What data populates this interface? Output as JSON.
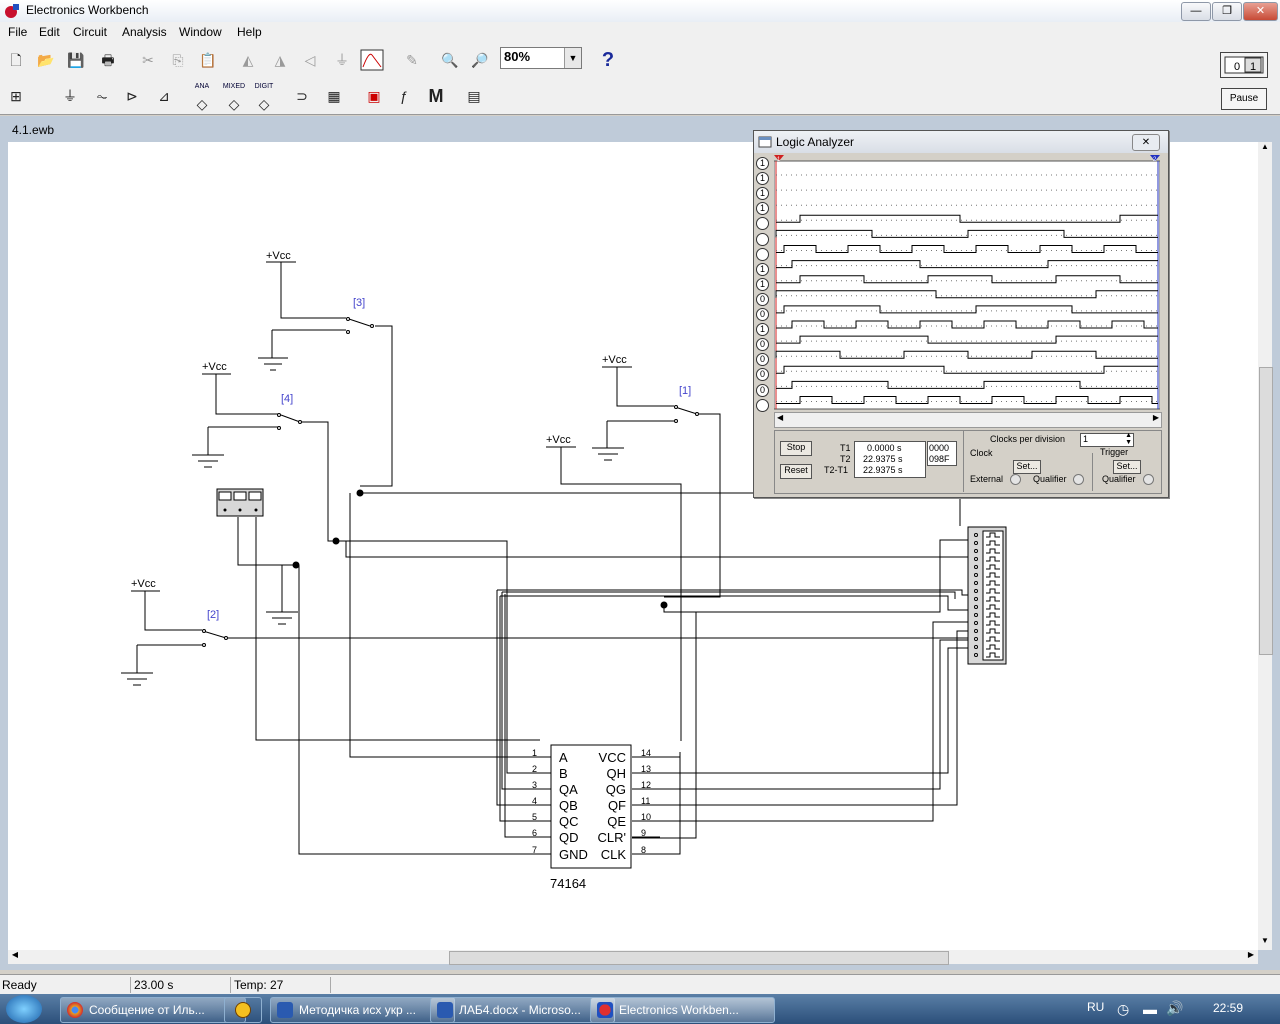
{
  "app": {
    "title": "Electronics Workbench"
  },
  "window_buttons": {
    "minimize": "—",
    "restore": "❐",
    "close": "✕"
  },
  "menu": [
    "File",
    "Edit",
    "Circuit",
    "Analysis",
    "Window",
    "Help"
  ],
  "toolbar": {
    "zoom_value": "80%",
    "help_label": "?",
    "pause_label": "Pause",
    "parts_bin": {
      "analog": "ANA",
      "mixed": "MIXED",
      "digital": "DIGIT",
      "misc": "M"
    }
  },
  "document": {
    "title": "4.1.ewb"
  },
  "circuit": {
    "vcc_label": "+Vcc",
    "switch_labels": [
      "[1]",
      "[2]",
      "[3]",
      "[4]"
    ],
    "chip": {
      "name": "74164",
      "left_pins": [
        {
          "num": "1",
          "label": "A"
        },
        {
          "num": "2",
          "label": "B"
        },
        {
          "num": "3",
          "label": "QA"
        },
        {
          "num": "4",
          "label": "QB"
        },
        {
          "num": "5",
          "label": "QC"
        },
        {
          "num": "6",
          "label": "QD"
        },
        {
          "num": "7",
          "label": "GND"
        }
      ],
      "right_pins": [
        {
          "num": "14",
          "label": "VCC"
        },
        {
          "num": "13",
          "label": "QH"
        },
        {
          "num": "12",
          "label": "QG"
        },
        {
          "num": "11",
          "label": "QF"
        },
        {
          "num": "10",
          "label": "QE"
        },
        {
          "num": "9",
          "label": "CLR'"
        },
        {
          "num": "8",
          "label": "CLK"
        }
      ]
    }
  },
  "logic_analyzer": {
    "title": "Logic Analyzer",
    "close_label": "✕",
    "channel_states": [
      "1",
      "1",
      "1",
      "1",
      "",
      "",
      "",
      "1",
      "1",
      "0",
      "0",
      "1",
      "0",
      "0",
      "0",
      "0",
      ""
    ],
    "cursor_1": "1",
    "cursor_2": "2",
    "stop_label": "Stop",
    "reset_label": "Reset",
    "t1_label": "T1",
    "t2_label": "T2",
    "t2t1_label": "T2-T1",
    "t1_value": "0.0000  s",
    "t2_value": "22.9375  s",
    "t2t1_value": "22.9375  s",
    "hex1": "0000",
    "hex2": "098F",
    "clocks_per_division_label": "Clocks per division",
    "clocks_per_division_value": "1",
    "clock_label": "Clock",
    "trigger_label": "Trigger",
    "set_label": "Set...",
    "external_label": "External",
    "qualifier_label": "Qualifier"
  },
  "statusbar": {
    "state": "Ready",
    "time": "23.00 s",
    "temp": "Temp:  27"
  },
  "taskbar": {
    "items": [
      "Сообщение от Иль...",
      "Методичка исх укр ...",
      "ЛАБ4.docx - Microso...",
      "Electronics Workben..."
    ],
    "lang": "RU",
    "clock": "22:59"
  },
  "colors": {
    "accent": "#1f4f8a",
    "label_blue": "#4444cc",
    "red_cursor": "#d02020",
    "blue_cursor": "#2030c0"
  }
}
